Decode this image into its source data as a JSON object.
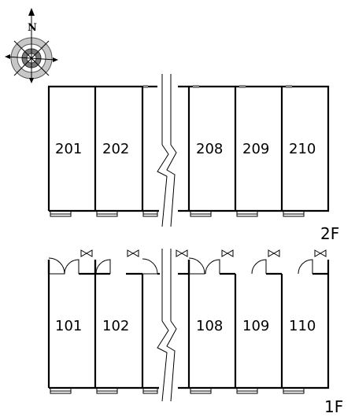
{
  "compass": {
    "north_label": "N",
    "icon": "compass-rose-icon"
  },
  "floors": {
    "second": {
      "label": "2F",
      "rooms": [
        "201",
        "202",
        "208",
        "209",
        "210"
      ]
    },
    "first": {
      "label": "1F",
      "rooms": [
        "101",
        "102",
        "108",
        "109",
        "110"
      ]
    }
  }
}
